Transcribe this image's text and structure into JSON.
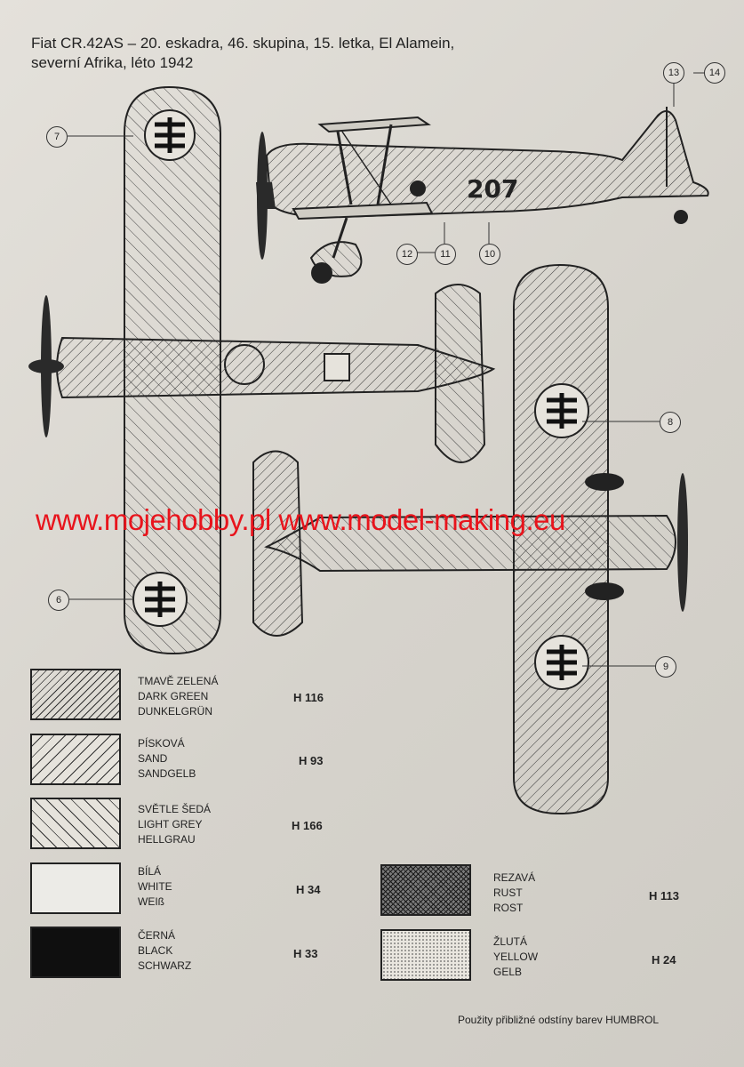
{
  "title": {
    "line1": "Fiat CR.42AS – 20. eskadra, 46. skupina, 15. letka, El Alamein,",
    "line2": "severní Afrika, léto 1942"
  },
  "fuselage_code": "207",
  "callouts": [
    "6",
    "7",
    "8",
    "9",
    "10",
    "11",
    "12",
    "13",
    "14"
  ],
  "watermark": "www.mojehobby.pl www.model-making.eu",
  "colors": [
    {
      "cz": "TMAVĚ ZELENÁ",
      "en": "DARK GREEN",
      "de": "DUNKELGRÜN",
      "code": "H 116",
      "pattern": "dense-hatch"
    },
    {
      "cz": "PÍSKOVÁ",
      "en": "SAND",
      "de": "SANDGELB",
      "code": "H 93",
      "pattern": "medium-hatch"
    },
    {
      "cz": "SVĚTLE ŠEDÁ",
      "en": "LIGHT GREY",
      "de": "HELLGRAU",
      "code": "H 166",
      "pattern": "wide-hatch"
    },
    {
      "cz": "BÍLÁ",
      "en": "WHITE",
      "de": "WEIß",
      "code": "H 34",
      "pattern": "white"
    },
    {
      "cz": "ČERNÁ",
      "en": "BLACK",
      "de": "SCHWARZ",
      "code": "H 33",
      "pattern": "black"
    },
    {
      "cz": "REZAVÁ",
      "en": "RUST",
      "de": "ROST",
      "code": "H 113",
      "pattern": "cross-hatch"
    },
    {
      "cz": "ŽLUTÁ",
      "en": "YELLOW",
      "de": "GELB",
      "code": "H 24",
      "pattern": "stipple"
    }
  ],
  "footnote": "Použity přibližné odstíny barev HUMBROL",
  "accent_colors": {
    "watermark": "#e8141c",
    "ink": "#1e1e1e"
  }
}
